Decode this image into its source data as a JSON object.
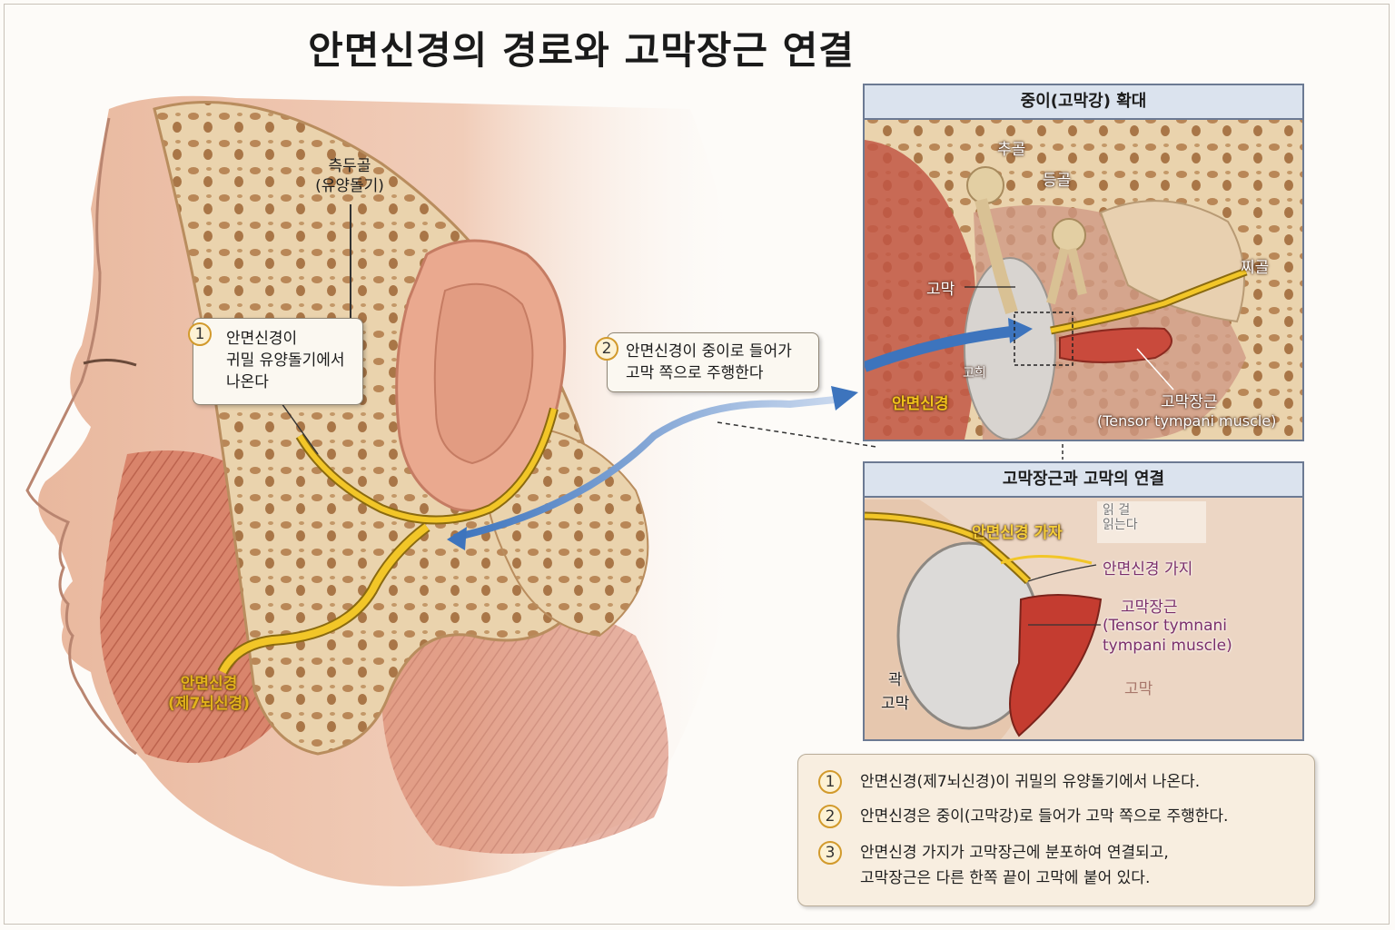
{
  "title": "안면신경의 경로와 고막장근 연결",
  "main_labels": {
    "temporal_bone_line1": "측두골",
    "temporal_bone_line2": "(유양돌기)",
    "facial_nerve_line1": "안면신경",
    "facial_nerve_line2": "(제7뇌신경)"
  },
  "callouts": [
    {
      "num": "1",
      "lines": [
        "안면신경이",
        "귀밀 유양돌기에서",
        "나온다"
      ]
    },
    {
      "num": "2",
      "lines": [
        "안면신경이 중이로 들어가",
        "고막 쪽으로 주행한다"
      ]
    }
  ],
  "panel_top": {
    "title": "중이(고막강) 확대",
    "labels": {
      "malleus": "추골",
      "incus": "등골",
      "stapes": "찌골",
      "eardrum": "고막",
      "misc": "고희",
      "nerve": "안면신경",
      "muscle": "고막장근",
      "muscle_en": "(Tensor tympani muscle)"
    }
  },
  "panel_bottom": {
    "title": "고막장근과 고막의 연결",
    "labels": {
      "branch_gold": "안면신경 가자",
      "garbled_line1": "읽   걸",
      "garbled_line2": "읽는다",
      "branch": "안면신경 가지",
      "muscle": "고막장근",
      "muscle_en1": "(Tensor tymnani",
      "muscle_en2": "tympani muscle)",
      "eardrum_faint": "고막",
      "left_line1": "곽",
      "left_line2": "고막"
    }
  },
  "legend": [
    {
      "num": "1",
      "lines": [
        "안면신경(제7뇌신경)이 귀밀의 유양돌기에서 나온다."
      ]
    },
    {
      "num": "2",
      "lines": [
        "안면신경은 중이(고막강)로 들어가 고막 쪽으로 주행한다."
      ]
    },
    {
      "num": "3",
      "lines": [
        "안면신경 가지가 고막장근에 분포하여 연결되고,",
        "고막장근은 다른 한쪽 끝이 고막에 붙어 있다."
      ]
    }
  ],
  "colors": {
    "nerve": "#f2c628",
    "muscle": "#c94a3c",
    "bone": "#e9d2ad",
    "arrow": "#4f86c6",
    "panel_border": "#6c7a93",
    "number_ring": "#d29a2c"
  }
}
